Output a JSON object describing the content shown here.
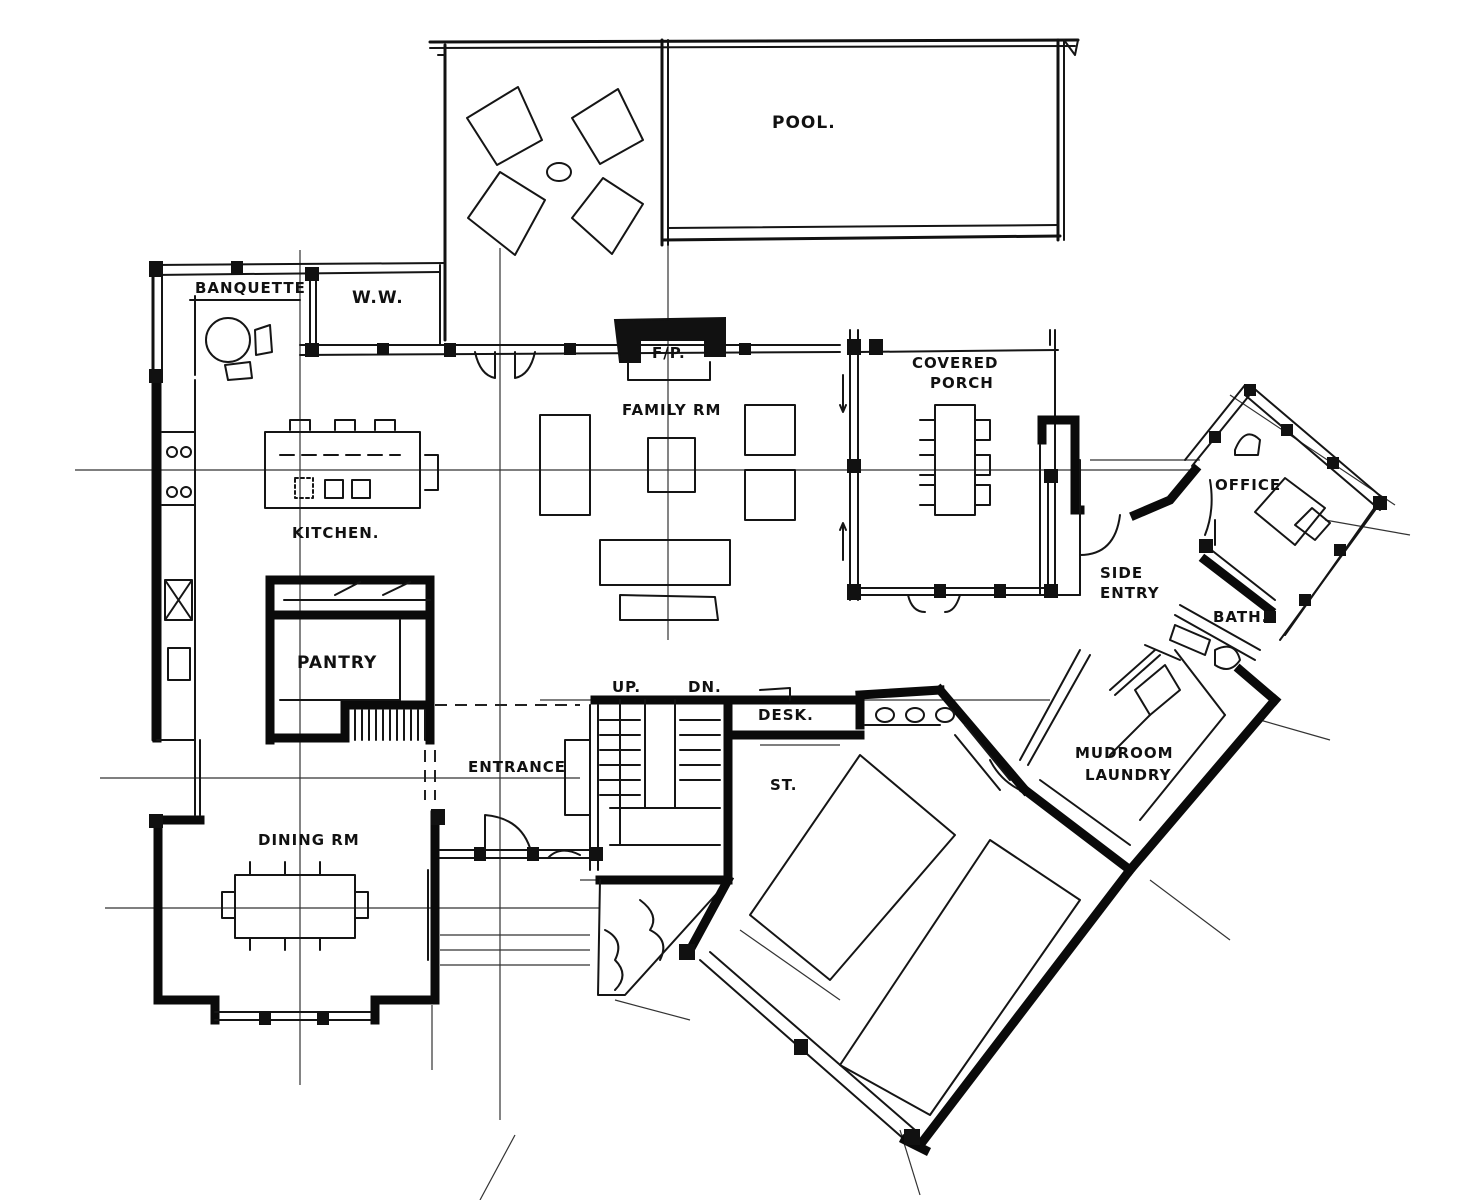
{
  "plan": {
    "labels": {
      "pool": "POOL.",
      "banquette": "BANQUETTE",
      "ww": "W.W.",
      "fp": "F/P.",
      "family_rm": "FAMILY RM",
      "covered_porch_line1": "COVERED",
      "covered_porch_line2": "PORCH",
      "office": "OFFICE",
      "kitchen": "KITCHEN.",
      "side_entry_line1": "SIDE",
      "side_entry_line2": "ENTRY",
      "bath": "BATH.",
      "pantry": "PANTRY",
      "up": "UP.",
      "dn": "DN.",
      "desk": "DESK.",
      "entrance": "ENTRANCE",
      "st": "ST.",
      "mudroom_line1": "MUDROOM",
      "mudroom_line2": "LAUNDRY",
      "dining_rm": "DINING RM"
    }
  }
}
